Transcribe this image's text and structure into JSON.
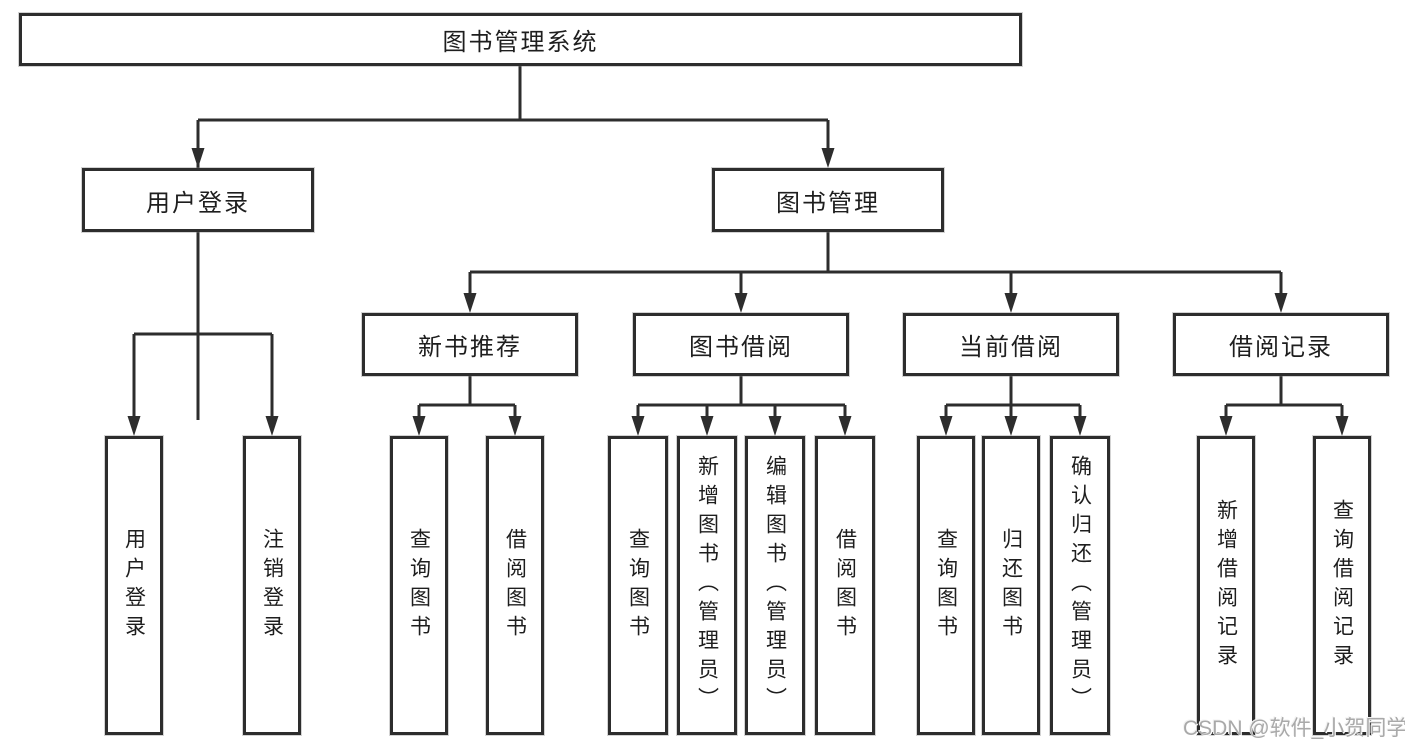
{
  "root": {
    "label": "图书管理系统"
  },
  "user_login": {
    "label": "用户登录",
    "children": [
      {
        "label": "用户登录"
      },
      {
        "label": "注销登录"
      }
    ]
  },
  "book_mgmt": {
    "label": "图书管理",
    "sections": [
      {
        "label": "新书推荐",
        "children": [
          {
            "label": "查询图书"
          },
          {
            "label": "借阅图书"
          }
        ]
      },
      {
        "label": "图书借阅",
        "children": [
          {
            "label": "查询图书"
          },
          {
            "label": "新增图书（管理员）"
          },
          {
            "label": "编辑图书（管理员）"
          },
          {
            "label": "借阅图书"
          }
        ]
      },
      {
        "label": "当前借阅",
        "children": [
          {
            "label": "查询图书"
          },
          {
            "label": "归还图书"
          },
          {
            "label": "确认归还（管理员）"
          }
        ]
      },
      {
        "label": "借阅记录",
        "children": [
          {
            "label": "新增借阅记录"
          },
          {
            "label": "查询借阅记录"
          }
        ]
      }
    ]
  },
  "watermark": "CSDN @软件_小贺同学",
  "colors": {
    "line": "#2d2d2d",
    "box_border": "#2d2d2d",
    "text": "#1e1e1e",
    "background": "#ffffff",
    "watermark": "#a9a9a9"
  }
}
